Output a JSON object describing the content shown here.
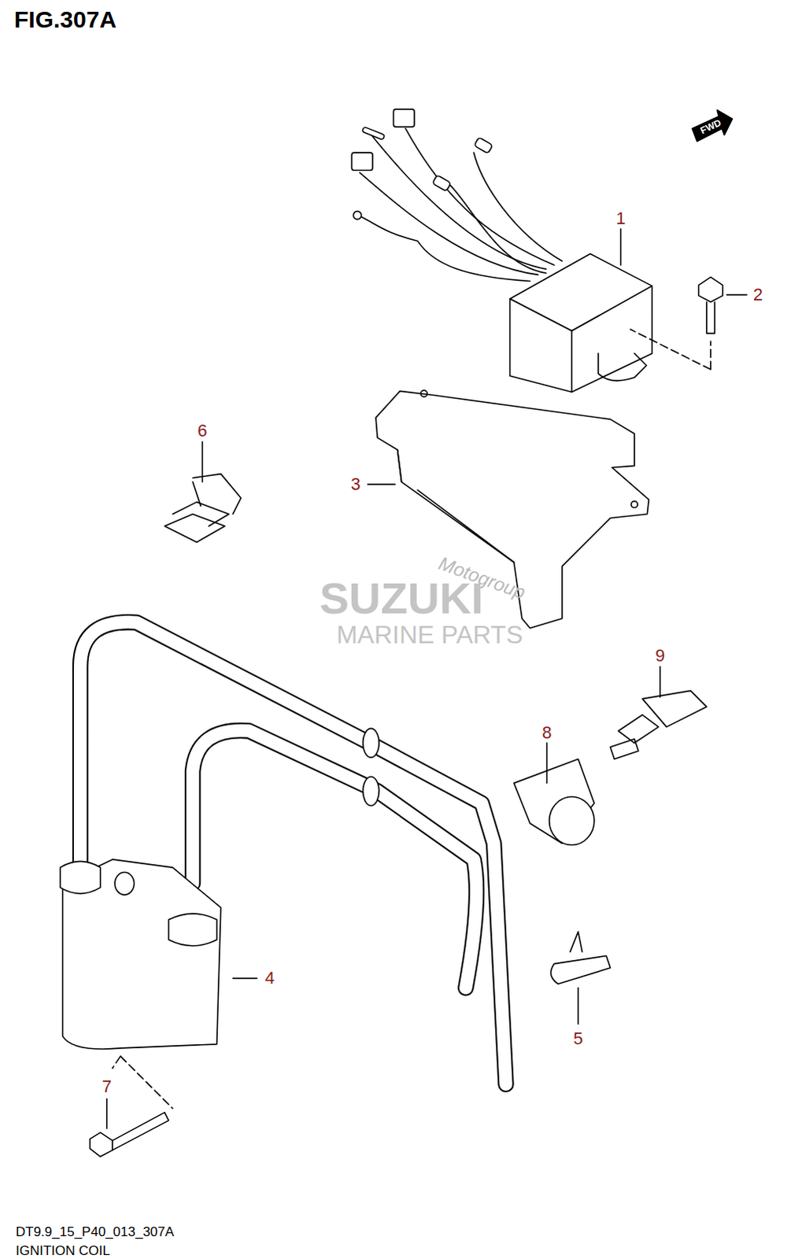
{
  "diagram": {
    "title": "FIG.307A",
    "caption": "IGNITION COIL",
    "labels": [
      "FWD",
      "1",
      "2",
      "6",
      "3",
      "Motogroup",
      "SUZUKI",
      "MARINE PARTS",
      "9",
      "8",
      "4",
      "5",
      "7",
      "DT9.9_15_P40_013_307A"
    ]
  }
}
